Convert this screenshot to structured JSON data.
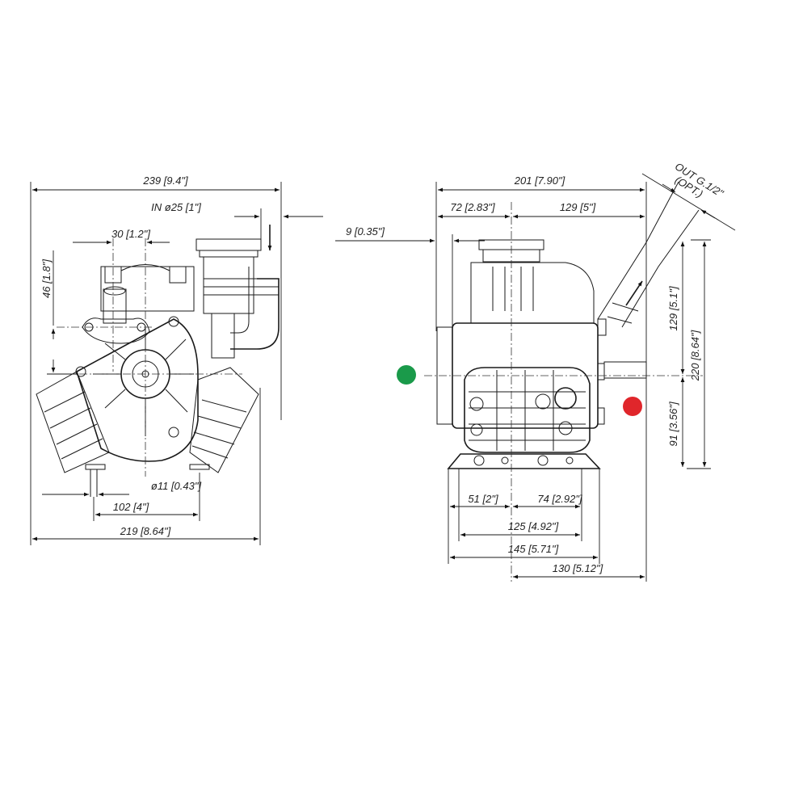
{
  "front_view": {
    "overall_width": "239 [9.4\"]",
    "inlet": "IN ø25 [1\"]",
    "inlet_offset": "30 [1.2\"]",
    "shaft_height": "46 [1.8\"]",
    "mount_hole": "ø11 [0.43\"]",
    "hole_spacing": "102 [4\"]",
    "base_width": "219 [8.64\"]"
  },
  "side_view": {
    "overall_length": "201 [7.90\"]",
    "front_offset": "72 [2.83\"]",
    "rear_offset": "129 [5\"]",
    "flange_offset": "9 [0.35\"]",
    "outlet": "OUT G.1/2\"",
    "outlet_note": "(OPT.)",
    "upper_height": "129 [5.1\"]",
    "overall_height": "220 [8.64\"]",
    "shaft_height": "91 [3.56\"]",
    "foot_front": "51 [2\"]",
    "foot_rear": "74 [2.92\"]",
    "foot_holes": "125 [4.92\"]",
    "foot_length": "145 [5.71\"]",
    "shaft_to_back": "130 [5.12\"]"
  },
  "markers": {
    "green": "#1a9a4a",
    "red": "#e0262b"
  }
}
